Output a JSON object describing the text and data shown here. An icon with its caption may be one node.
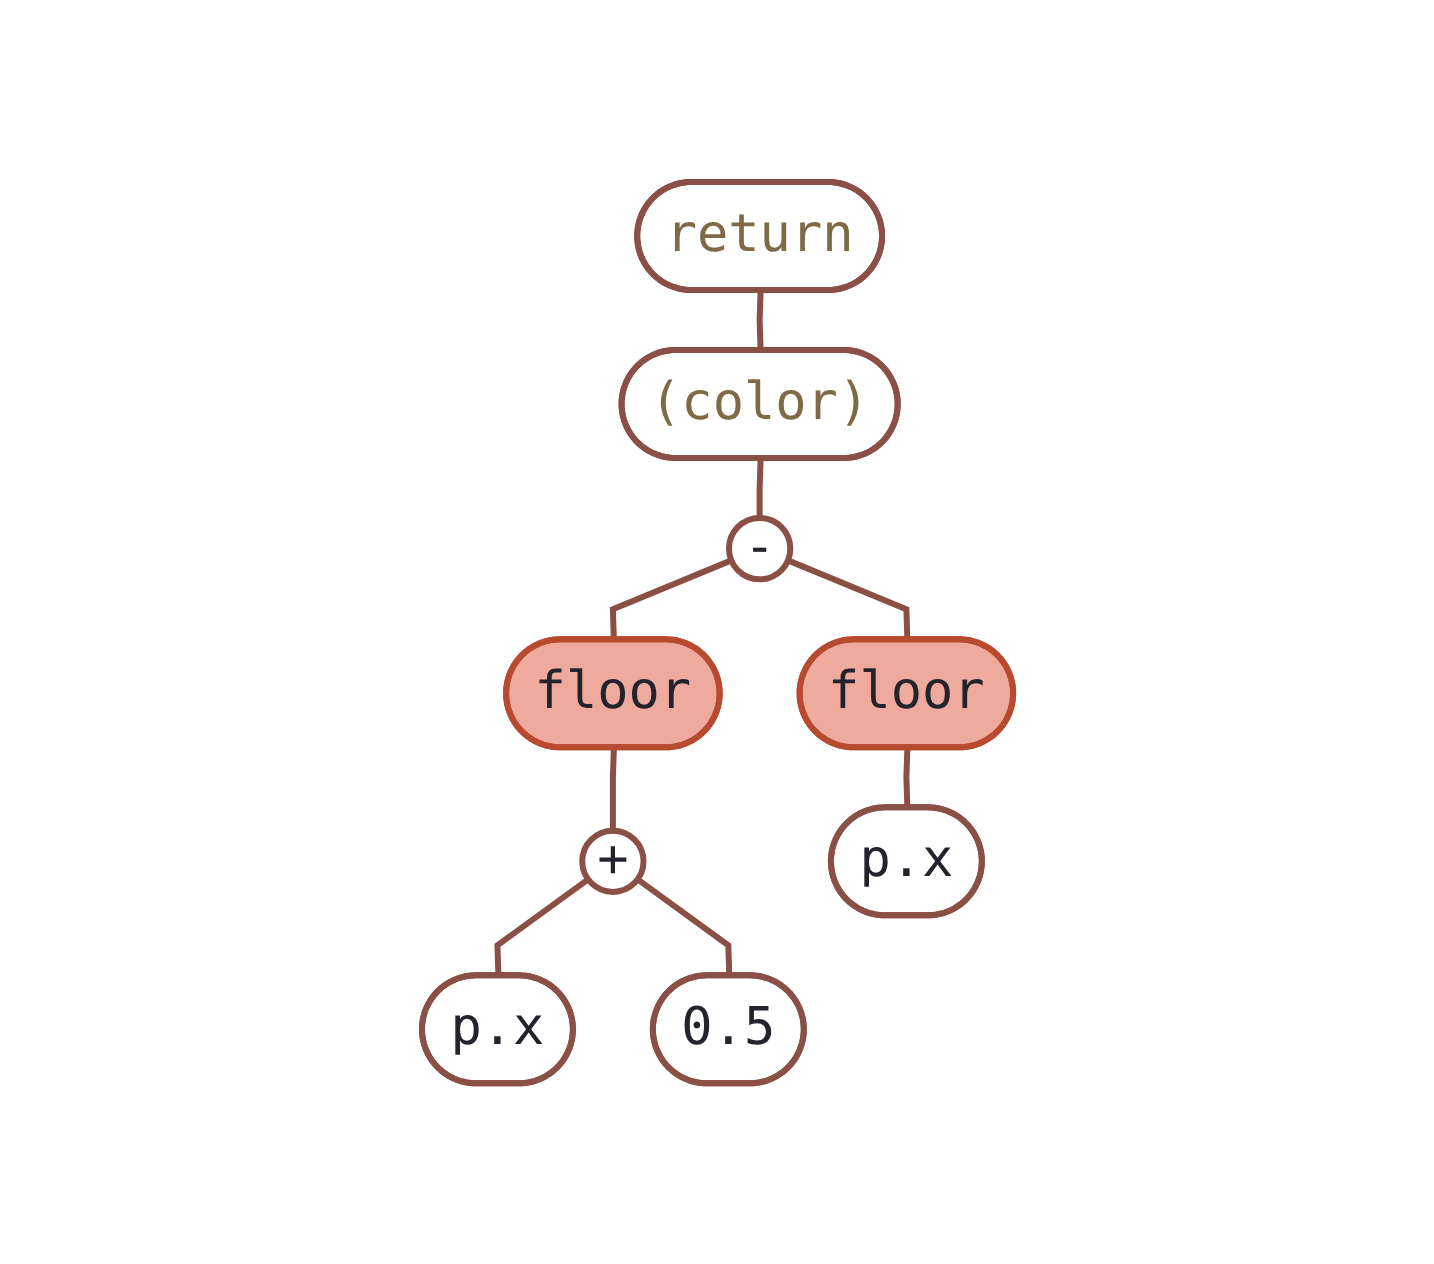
{
  "diagram": {
    "nodes": [
      {
        "text": [
          "return"
        ]
      },
      {
        "text": [
          "(color)"
        ]
      },
      {
        "text": [
          "-"
        ]
      },
      {
        "text": [
          "floor"
        ]
      },
      {
        "text": [
          "floor"
        ]
      },
      {
        "text": [
          "+"
        ]
      },
      {
        "text": [
          "p.x"
        ]
      },
      {
        "text": [
          "p.x"
        ]
      },
      {
        "text": [
          "0.5"
        ]
      }
    ],
    "edges": [
      {
        "from": 0,
        "to": 1,
        "arrow": "none"
      },
      {
        "from": 1,
        "to": 2,
        "arrow": "none"
      },
      {
        "from": 2,
        "to": 3,
        "arrow": "none"
      },
      {
        "from": 2,
        "to": 4,
        "arrow": "none"
      },
      {
        "from": 3,
        "to": 5,
        "arrow": "none"
      },
      {
        "from": 4,
        "to": 6,
        "arrow": "none"
      },
      {
        "from": 5,
        "to": 7,
        "arrow": "none"
      },
      {
        "from": 5,
        "to": 8,
        "arrow": "none"
      }
    ]
  }
}
